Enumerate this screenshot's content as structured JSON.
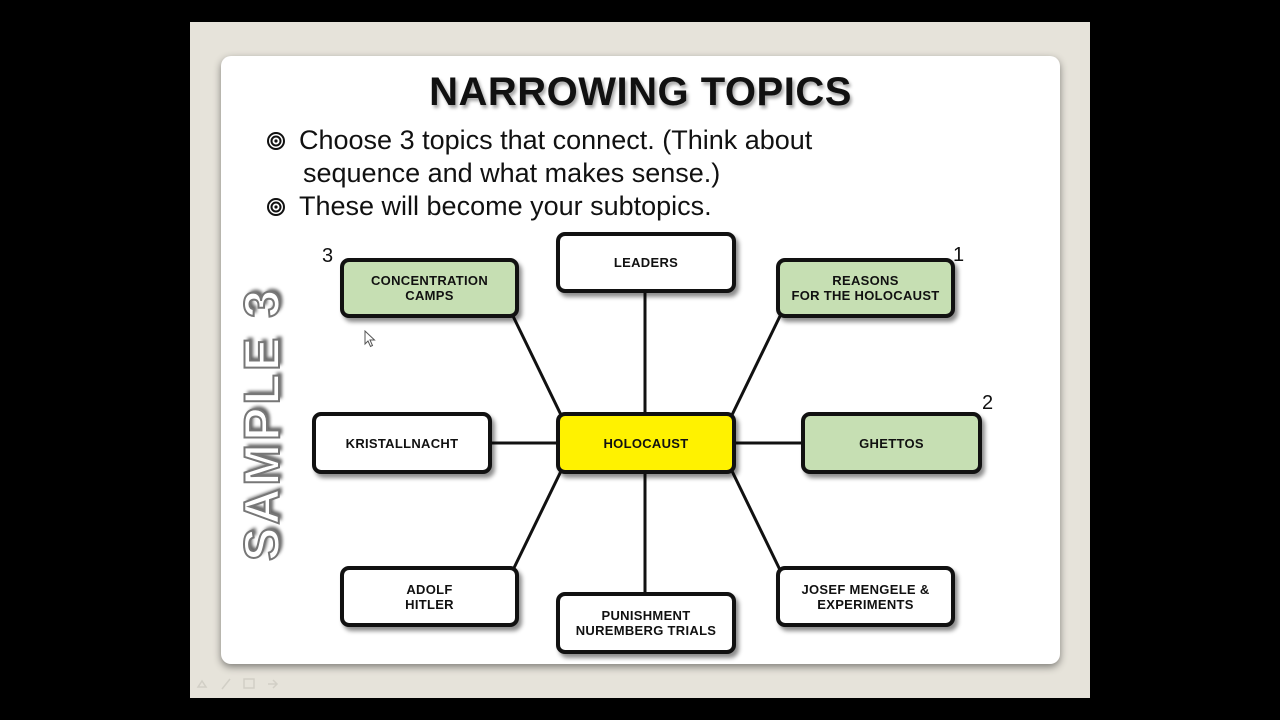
{
  "slide": {
    "title": "NARROWING TOPICS",
    "bullets": [
      "Choose 3 topics that connect. (Think about",
      "sequence and what makes sense.)",
      "These will become your subtopics."
    ],
    "side_label": "SAMPLE 3"
  },
  "diagram": {
    "center": "HOLOCAUST",
    "nodes": {
      "concentration_camps": "CONCENTRATION\nCAMPS",
      "leaders": "LEADERS",
      "reasons": "REASONS\nFOR THE HOLOCAUST",
      "kristallnacht": "KRISTALLNACHT",
      "ghettos": "GHETTOS",
      "adolf_hitler": "ADOLF\nHITLER",
      "punishment": "PUNISHMENT\nNUREMBERG TRIALS",
      "mengele": "JOSEF MENGELE &\nEXPERIMENTS"
    },
    "numbers": {
      "concentration_camps": "3",
      "reasons": "1",
      "ghettos": "2"
    }
  },
  "colors": {
    "selected_fill": "#c6dfb3",
    "center_fill": "#fff200",
    "node_fill": "#ffffff"
  }
}
